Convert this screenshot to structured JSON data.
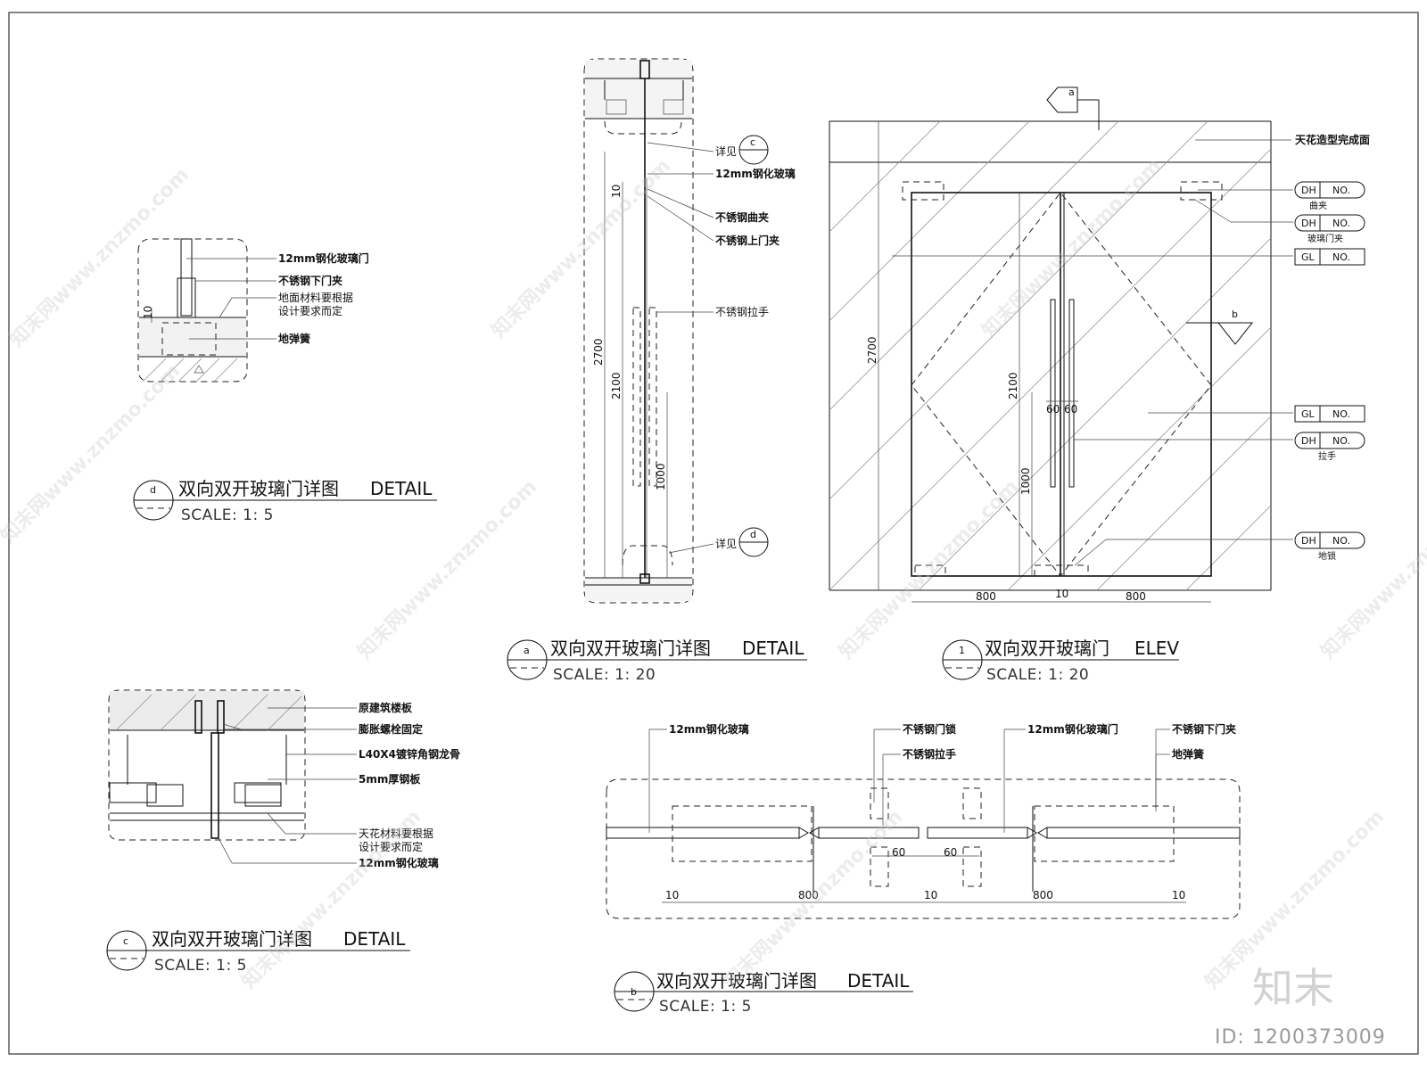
{
  "watermark": {
    "site": "知末网www.znzmo.com",
    "logo": "知末",
    "image_id": "ID: 1200373009"
  },
  "details": {
    "d": {
      "mark": "d",
      "title": "双向双开玻璃门详图",
      "suffix": "DETAIL",
      "scale": "SCALE: 1: 5",
      "labels": [
        "12mm钢化玻璃门",
        "不锈钢下门夹",
        "地面材料要根据",
        "设计要求而定",
        "地弹簧"
      ],
      "dim": "10"
    },
    "a": {
      "mark": "a",
      "title": "双向双开玻璃门详图",
      "suffix": "DETAIL",
      "scale": "SCALE: 1: 20",
      "labels": [
        "详见",
        "12mm钢化玻璃",
        "不锈钢曲夹",
        "不锈钢上门夹",
        "不锈钢拉手",
        "详见"
      ],
      "ref_top": "c",
      "ref_bottom": "d",
      "dims": [
        "10",
        "2700",
        "2100",
        "1000"
      ]
    },
    "elev": {
      "mark": "1",
      "title": "双向双开玻璃门",
      "suffix": "ELEV",
      "scale": "SCALE: 1: 20",
      "ceiling_label": "天花造型完成面",
      "section_a": "a",
      "section_b": "b",
      "tags": [
        {
          "code": "DH",
          "no": "NO.",
          "sub": "曲夹"
        },
        {
          "code": "DH",
          "no": "NO.",
          "sub": "玻璃门夹"
        },
        {
          "code": "GL",
          "no": "NO.",
          "sub": ""
        },
        {
          "code": "GL",
          "no": "NO.",
          "sub": ""
        },
        {
          "code": "DH",
          "no": "NO.",
          "sub": "拉手"
        },
        {
          "code": "DH",
          "no": "NO.",
          "sub": "地锁"
        }
      ],
      "dims": [
        "2700",
        "2100",
        "1000",
        "60",
        "60",
        "800",
        "10",
        "800"
      ]
    },
    "c": {
      "mark": "c",
      "title": "双向双开玻璃门详图",
      "suffix": "DETAIL",
      "scale": "SCALE: 1: 5",
      "labels": [
        "原建筑楼板",
        "膨胀螺栓固定",
        "L40X4镀锌角钢龙骨",
        "5mm厚钢板",
        "天花材料要根据",
        "设计要求而定",
        "12mm钢化玻璃"
      ]
    },
    "b": {
      "mark": "b",
      "title": "双向双开玻璃门详图",
      "suffix": "DETAIL",
      "scale": "SCALE: 1: 5",
      "labels": [
        "12mm钢化玻璃",
        "不锈钢门锁",
        "不锈钢拉手",
        "12mm钢化玻璃门",
        "不锈钢下门夹",
        "地弹簧"
      ],
      "dims": [
        "60",
        "60",
        "10",
        "800",
        "10",
        "800",
        "10"
      ]
    }
  }
}
